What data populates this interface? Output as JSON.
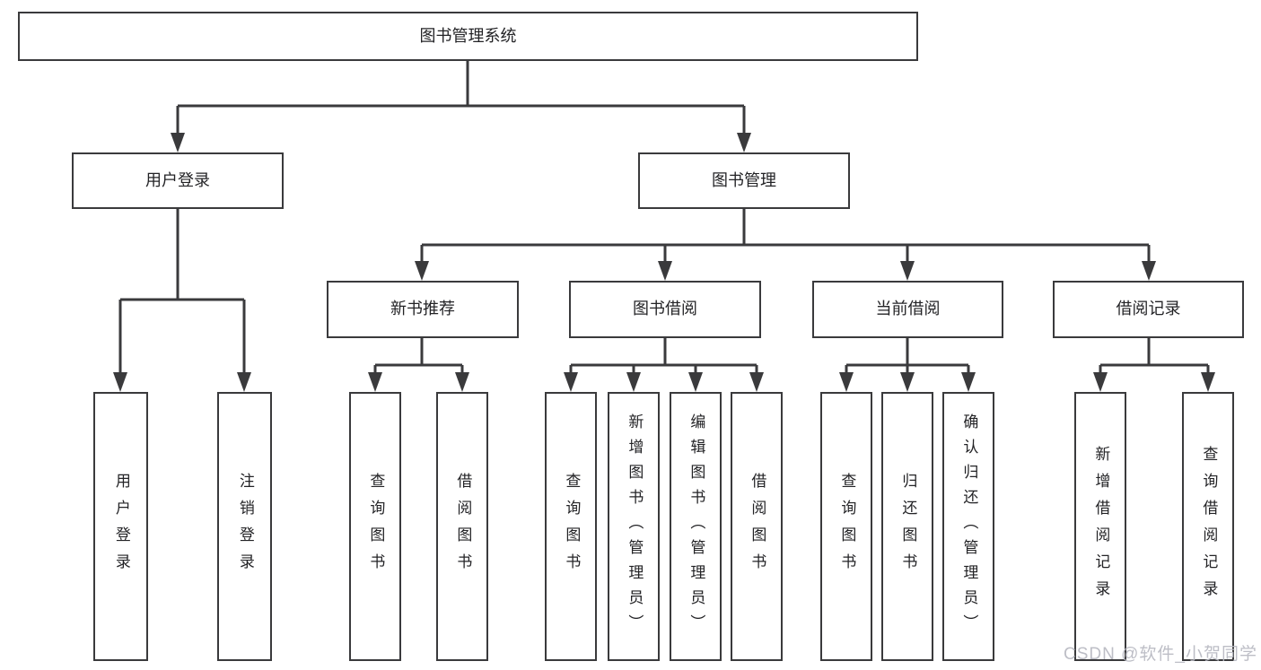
{
  "tree": {
    "root": {
      "label": "图书管理系统",
      "children": [
        {
          "label": "用户登录",
          "children": [
            {
              "label": "用户登录"
            },
            {
              "label": "注销登录"
            }
          ]
        },
        {
          "label": "图书管理",
          "children": [
            {
              "label": "新书推荐",
              "children": [
                {
                  "label": "查询图书"
                },
                {
                  "label": "借阅图书"
                }
              ]
            },
            {
              "label": "图书借阅",
              "children": [
                {
                  "label": "查询图书"
                },
                {
                  "label": "新增图书（管理员）"
                },
                {
                  "label": "编辑图书（管理员）"
                },
                {
                  "label": "借阅图书"
                }
              ]
            },
            {
              "label": "当前借阅",
              "children": [
                {
                  "label": "查询图书"
                },
                {
                  "label": "归还图书"
                },
                {
                  "label": "确认归还（管理员）"
                }
              ]
            },
            {
              "label": "借阅记录",
              "children": [
                {
                  "label": "新增借阅记录"
                },
                {
                  "label": "查询借阅记录"
                }
              ]
            }
          ]
        }
      ]
    }
  },
  "watermark": {
    "text": "CSDN @软件_小贺同学"
  },
  "colors": {
    "line": "#3a3a3c",
    "text": "#232326",
    "background": "#ffffff",
    "watermark": "#b7b8c1"
  }
}
